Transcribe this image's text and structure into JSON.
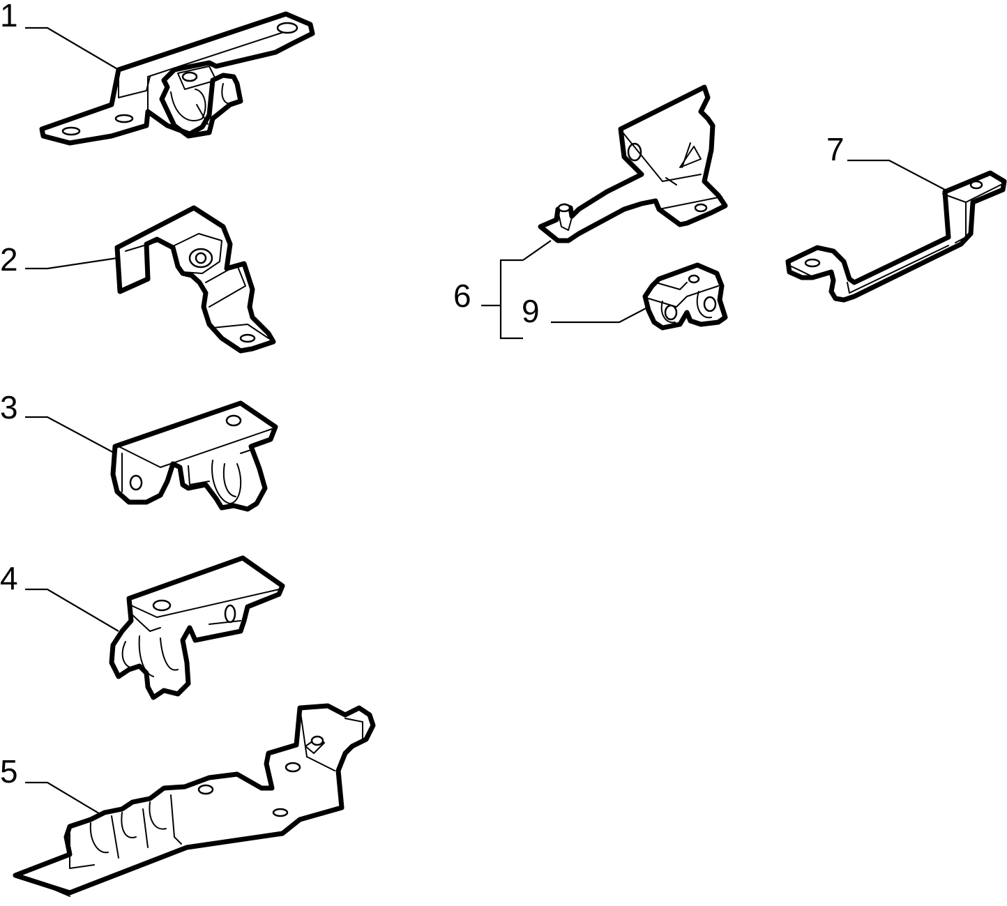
{
  "callouts": [
    {
      "id": "1",
      "label": "1"
    },
    {
      "id": "2",
      "label": "2"
    },
    {
      "id": "3",
      "label": "3"
    },
    {
      "id": "4",
      "label": "4"
    },
    {
      "id": "5",
      "label": "5"
    },
    {
      "id": "6",
      "label": "6"
    },
    {
      "id": "7",
      "label": "7"
    },
    {
      "id": "9",
      "label": "9"
    }
  ],
  "parts": [
    {
      "id": "bracket-1",
      "callout": "1"
    },
    {
      "id": "clip-2",
      "callout": "2"
    },
    {
      "id": "clip-3",
      "callout": "3"
    },
    {
      "id": "clip-4",
      "callout": "4"
    },
    {
      "id": "clip-5",
      "callout": "5"
    },
    {
      "id": "bracket-6",
      "callout": "6"
    },
    {
      "id": "bracket-7",
      "callout": "7"
    },
    {
      "id": "clip-9",
      "callout": "9"
    }
  ],
  "colors": {
    "line": "#000000",
    "background": "#ffffff"
  }
}
